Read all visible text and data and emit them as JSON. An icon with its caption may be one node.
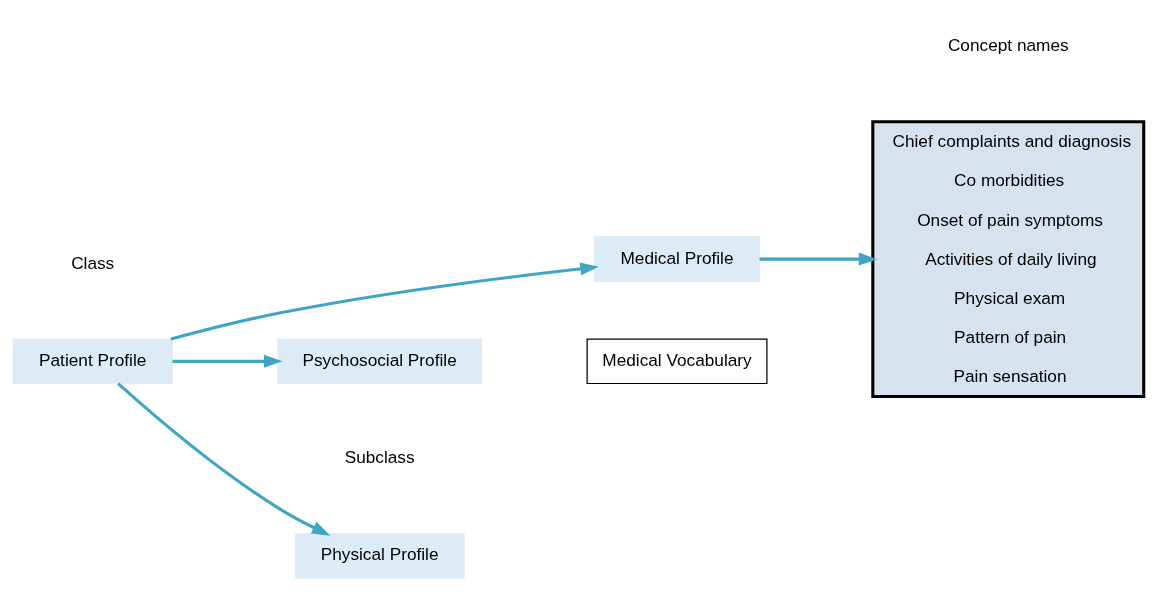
{
  "diagram": {
    "nodes": [
      {
        "text": [
          "Patient Profile"
        ]
      },
      {
        "text": [
          "Physical Profile"
        ]
      },
      {
        "text": [
          "Medical Profile"
        ]
      },
      {
        "text": [
          "Psychosocial Profile"
        ]
      },
      {
        "text": [
          "Concept names",
          "Chief complaints and diagnosis",
          "Co morbidities",
          "Onset of pain symptoms",
          "Activities of daily living",
          "Physical exam",
          "Pattern of pain",
          "Pain sensation"
        ]
      },
      {
        "text": [
          "Medical Vocabulary"
        ]
      }
    ],
    "edges": [
      {
        "from": 0,
        "to": 1,
        "arrow": "to"
      },
      {
        "from": 0,
        "to": 2,
        "arrow": "to"
      },
      {
        "from": 0,
        "to": 3,
        "arrow": "to"
      },
      {
        "from": 2,
        "to": 4,
        "arrow": "to"
      }
    ],
    "labels": [
      "Subclass",
      "Class"
    ]
  }
}
